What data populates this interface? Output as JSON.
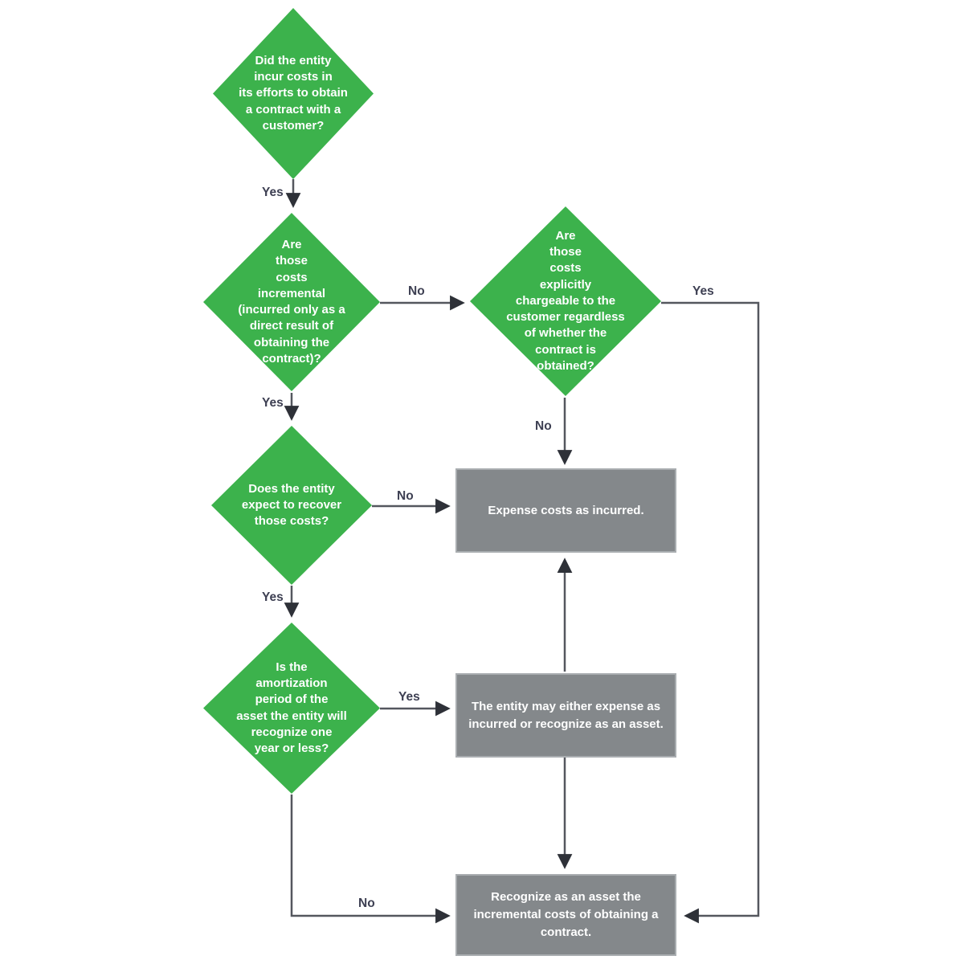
{
  "flowchart": {
    "nodes": {
      "q1": {
        "type": "decision",
        "text": "Did the entity\nincur costs in\nits efforts to obtain\na contract with a\ncustomer?"
      },
      "q2": {
        "type": "decision",
        "text": "Are\nthose\ncosts\nincremental\n(incurred only as a\ndirect result of\nobtaining the\ncontract)?"
      },
      "q3": {
        "type": "decision",
        "text": "Are\nthose\ncosts\nexplicitly\nchargeable to the\ncustomer regardless\nof whether the\ncontract is\nobtained?"
      },
      "q4": {
        "type": "decision",
        "text": "Does the entity\nexpect to recover\nthose costs?"
      },
      "q5": {
        "type": "decision",
        "text": "Is the\namortization\nperiod of the\nasset the entity will\nrecognize one\nyear or less?"
      },
      "expense": {
        "type": "process",
        "text": "Expense costs as incurred."
      },
      "either_option": {
        "type": "process",
        "text": "The entity may either expense as\nincurred or recognize as an asset."
      },
      "recognize_asset": {
        "type": "process",
        "text": "Recognize as an asset the\nincremental costs of obtaining a\ncontract."
      }
    },
    "edge_labels": {
      "q1_to_q2": "Yes",
      "q2_to_q3": "No",
      "q3_to_recognize": "Yes",
      "q3_to_expense": "No",
      "q2_to_q4": "Yes",
      "q4_to_expense": "No",
      "q4_to_q5": "Yes",
      "q5_to_either": "Yes",
      "q5_to_recognize": "No"
    },
    "colors": {
      "decision_fill": "#3CB24C",
      "process_fill": "#84888B",
      "process_border": "#A9ADB0",
      "connector": "#54575E",
      "arrowhead": "#2E3138",
      "edge_label_text": "#3E4053",
      "node_text": "#FFFFFF"
    }
  }
}
